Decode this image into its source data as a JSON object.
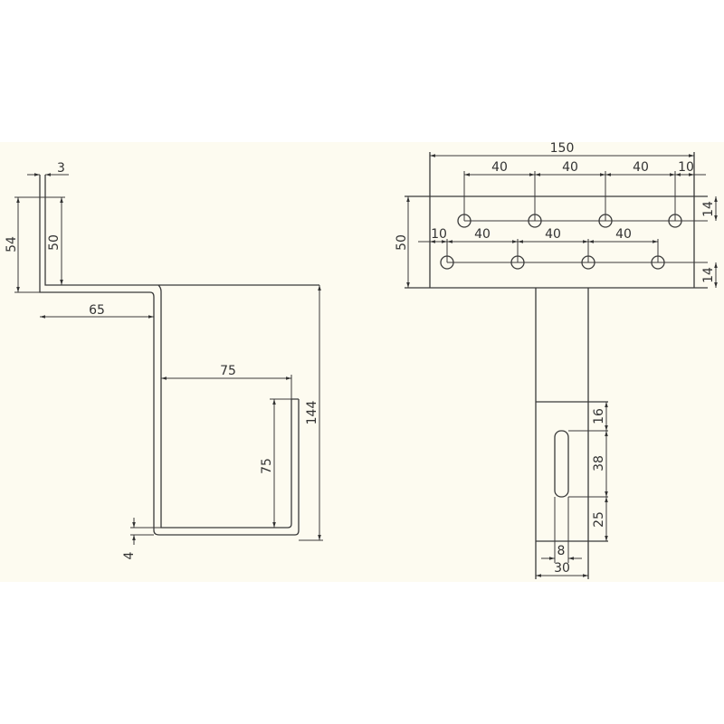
{
  "colors": {
    "sheet": "#fdfbf0",
    "line": "#3a3a3a"
  },
  "side_view": {
    "dims": {
      "thickness": "3",
      "flange_height": "54",
      "flange_inner": "50",
      "top_width": "65",
      "bottom_width": "75",
      "lip_height": "75",
      "total_height": "144",
      "bottom_thickness": "4"
    }
  },
  "front_view": {
    "dims": {
      "total_width": "150",
      "plate_height": "50",
      "top_pitch_1": "40",
      "top_pitch_2": "40",
      "top_pitch_3": "40",
      "top_edge": "10",
      "bottom_edge": "10",
      "bottom_pitch_1": "40",
      "bottom_pitch_2": "40",
      "bottom_pitch_3": "40",
      "top_row_offset": "14",
      "bottom_row_offset": "14",
      "slot_top": "16",
      "slot_length": "38",
      "slot_bottom": "25",
      "slot_width": "8",
      "stem_width": "30"
    }
  }
}
